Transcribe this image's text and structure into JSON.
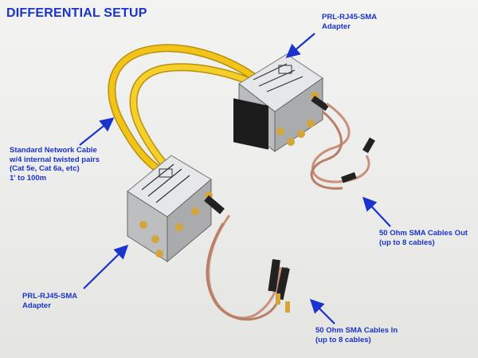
{
  "title": "DIFFERENTIAL SETUP",
  "labels": {
    "adapter_top": "PRL-RJ45-SMA\nAdapter",
    "network_cable": "Standard Network Cable\nw/4 internal twisted pairs\n(Cat 5e, Cat 6a, etc)\n1' to 100m",
    "adapter_bottom": "PRL-RJ45-SMA\nAdapter",
    "sma_out": "50 Ohm SMA Cables Out\n(up to 8 cables)",
    "sma_in": "50 Ohm SMA Cables In\n(up to 8 cables)"
  },
  "colors": {
    "label_text": "#1a33cc",
    "arrow": "#1a33cc",
    "network_cable": "#f2c419",
    "sma_cable": "#c9907a",
    "adapter_body": "#c8cacb",
    "gold_connector": "#d4a53a"
  }
}
